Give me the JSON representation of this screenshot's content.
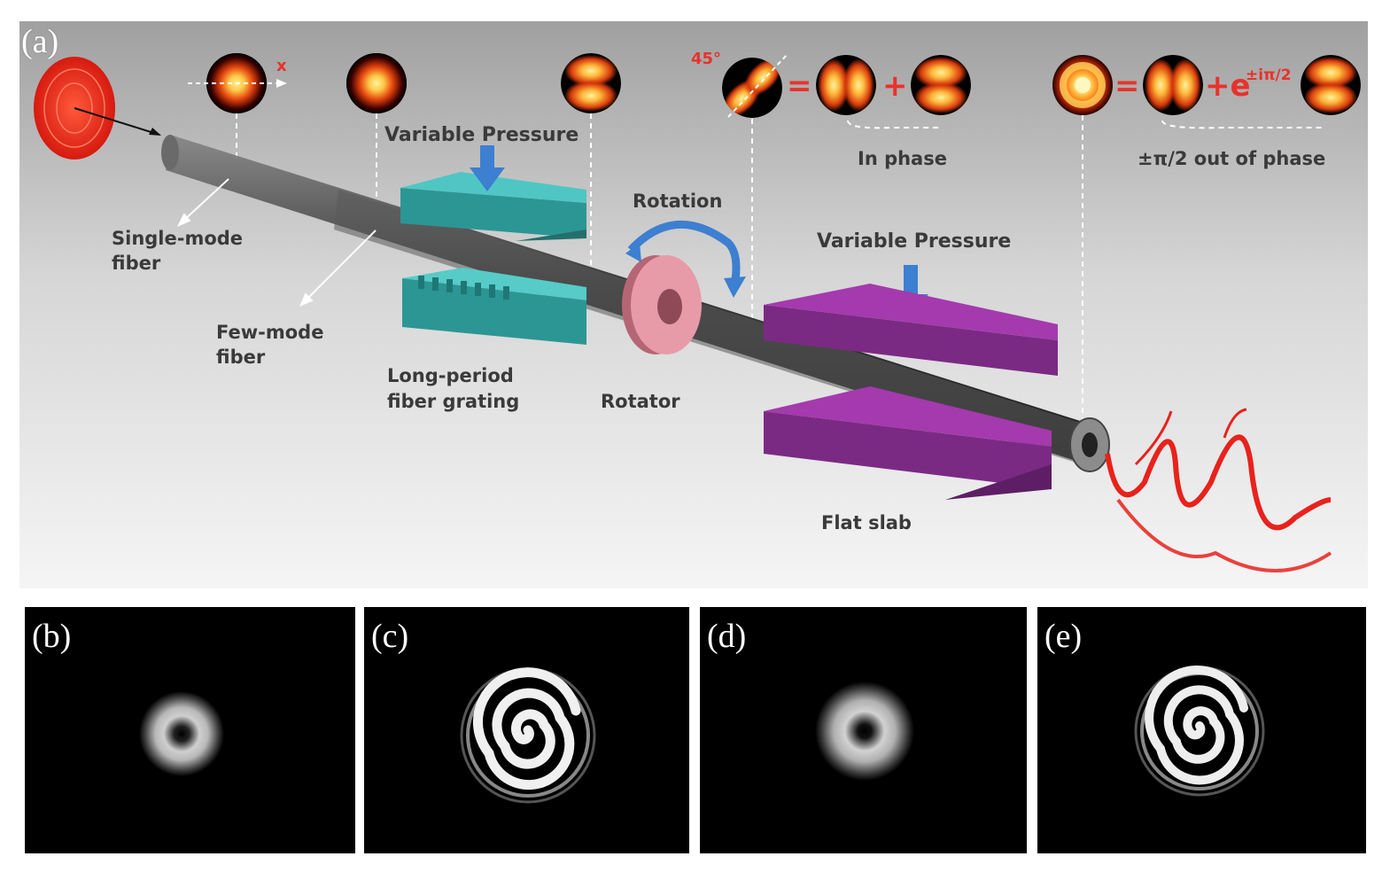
{
  "panels": {
    "a": "(a)",
    "b": "(b)",
    "c": "(c)",
    "d": "(d)",
    "e": "(e)"
  },
  "labels": {
    "single_mode_fiber_1": "Single-mode",
    "single_mode_fiber_2": "fiber",
    "few_mode_fiber_1": "Few-mode",
    "few_mode_fiber_2": "fiber",
    "variable_pressure_1": "Variable  Pressure",
    "variable_pressure_2": "Variable  Pressure",
    "long_period_grating_1": "Long-period",
    "long_period_grating_2": "fiber grating",
    "rotation": "Rotation",
    "rotator": "Rotator",
    "flat_slab": "Flat slab",
    "in_phase": "In phase",
    "out_of_phase": "±π/2 out of phase",
    "angle_45": "45°",
    "axis_x": "x"
  },
  "equations": {
    "equals_1": "=",
    "plus_1": "+",
    "equals_2": "=",
    "plus_exp": "+e",
    "exp_superscript": "±iπ/2"
  },
  "colors": {
    "background_top": "#9d9d9d",
    "background_bottom": "#f4f4f4",
    "fiber": "#4a4a4a",
    "grating": "#3fb6b4",
    "rotator": "#e79aa8",
    "slab": "#8b2f93",
    "pressure_arrow": "#3d7fd0",
    "beam": "#e8221c",
    "mode_hot": "#ffe27a",
    "mode_mid": "#e0420f",
    "accent_red": "#e8322b"
  }
}
